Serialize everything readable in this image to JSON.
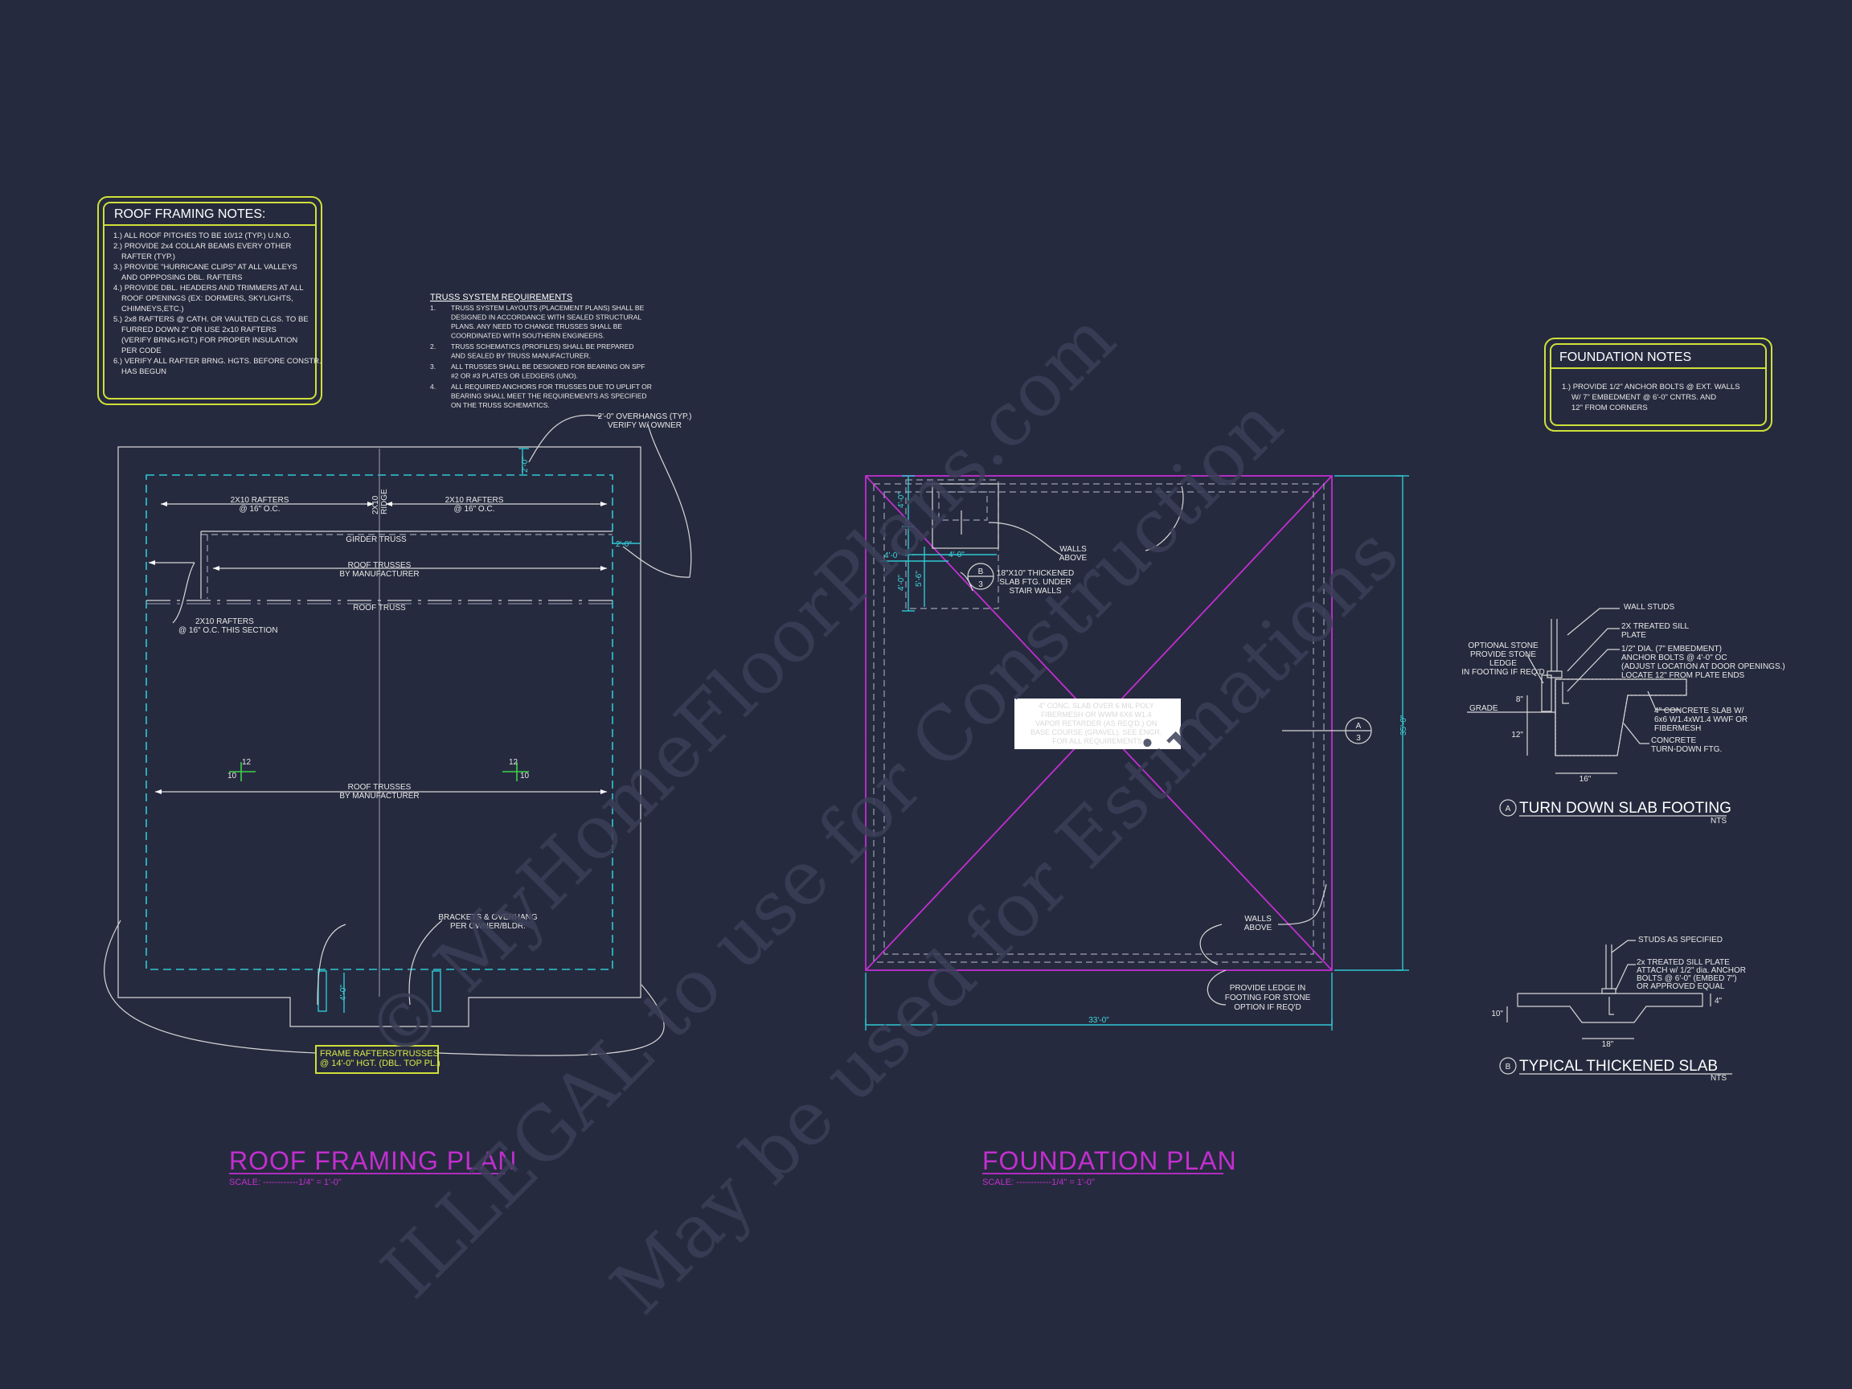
{
  "watermark": {
    "line1": "© MyHomeFloorPlans.com",
    "line2": "ILLEGAL to use for Construction",
    "line3": "May be used for Estimations"
  },
  "roof_notes": {
    "title": "ROOF FRAMING NOTES:",
    "items": [
      "1.) ALL ROOF PITCHES TO BE 10/12 (TYP.) U.N.O.",
      "2.) PROVIDE 2x4 COLLAR BEAMS EVERY OTHER",
      "RAFTER (TYP.)",
      "3.) PROVIDE \"HURRICANE CLIPS\" AT ALL VALLEYS",
      "AND OPPPOSING DBL. RAFTERS",
      "4.) PROVIDE DBL. HEADERS AND TRIMMERS AT ALL",
      "ROOF OPENINGS (EX: DORMERS, SKYLIGHTS,",
      "CHIMNEYS,ETC.)",
      "5.) 2x8 RAFTERS @ CATH. OR VAULTED CLGS. TO BE",
      "FURRED DOWN 2\" OR USE 2x10 RAFTERS",
      "(VERIFY BRNG.HGT.) FOR PROPER INSULATION",
      "PER CODE",
      "6.) VERIFY ALL RAFTER BRNG. HGTS. BEFORE CONSTR.",
      "HAS BEGUN"
    ]
  },
  "truss_notes": {
    "title": "TRUSS SYSTEM REQUIREMENTS",
    "items": [
      {
        "n": "1.",
        "lines": [
          "TRUSS SYSTEM LAYOUTS (PLACEMENT PLANS) SHALL BE",
          "DESIGNED IN ACCORDANCE WITH SEALED STRUCTURAL",
          "PLANS. ANY NEED TO CHANGE TRUSSES SHALL BE",
          "COORDINATED WITH SOUTHERN ENGINEERS."
        ]
      },
      {
        "n": "2.",
        "lines": [
          "TRUSS SCHEMATICS (PROFILES) SHALL BE PREPARED",
          "AND SEALED BY TRUSS MANUFACTURER."
        ]
      },
      {
        "n": "3.",
        "lines": [
          "ALL TRUSSES SHALL BE DESIGNED FOR BEARING ON SPF",
          "#2 OR #3 PLATES OR LEDGERS (UNO)."
        ]
      },
      {
        "n": "4.",
        "lines": [
          "ALL REQUIRED ANCHORS FOR TRUSSES DUE TO UPLIFT OR",
          "BEARING SHALL MEET THE REQUIREMENTS AS SPECIFIED",
          "ON THE TRUSS SCHEMATICS."
        ]
      }
    ]
  },
  "foundation_notes": {
    "title": "FOUNDATION NOTES",
    "items": [
      "1.) PROVIDE 1/2\" ANCHOR BOLTS @ EXT. WALLS",
      "W/ 7\" EMBEDMENT @ 6'-0\" CNTRS. AND",
      "12\" FROM CORNERS"
    ]
  },
  "roof_plan": {
    "title": "ROOF FRAMING PLAN",
    "scale": "SCALE: ------------1/4\" = 1'-0\"",
    "overhang_note": [
      "2'-0\" OVERHANGS (TYP.)",
      "VERIFY W/ OWNER"
    ],
    "rafters_left": [
      "2X10 RAFTERS",
      "@ 16\" O.C."
    ],
    "rafters_right": [
      "2X10 RAFTERS",
      "@ 16\" O.C."
    ],
    "ridge": [
      "2X10",
      "RIDGE"
    ],
    "girder": "GIRDER TRUSS",
    "roof_trusses_top": [
      "ROOF TRUSSES",
      "BY MANUFACTURER"
    ],
    "roof_truss": "ROOF TRUSS",
    "rafters_section": [
      "2X10 RAFTERS",
      "@ 16\" O.C. THIS SECTION"
    ],
    "roof_trusses_bottom": [
      "ROOF TRUSSES",
      "BY MANUFACTURER"
    ],
    "brackets": [
      "BRACKETS & OVERHANG",
      "PER OWNER/BLDR."
    ],
    "frame_note": [
      "FRAME RAFTERS/TRUSSES",
      "@ 14'-0\" HGT. (DBL. TOP PL.)"
    ],
    "dim_top": "2'-0\"",
    "dim_side": "2'-0\"",
    "dim_bottom": "4'-0\"",
    "pitch_left": {
      "rise": "10",
      "run": "12"
    },
    "pitch_right": {
      "rise": "10",
      "run": "12"
    }
  },
  "foundation_plan": {
    "title": "FOUNDATION PLAN",
    "scale": "SCALE: ------------1/4\" = 1'-0\"",
    "walls_above_top": [
      "WALLS",
      "ABOVE"
    ],
    "thickened_slab": [
      "18\"X10\" THICKENED",
      "SLAB FTG. UNDER",
      "STAIR WALLS"
    ],
    "section_b": {
      "letter": "B",
      "sheet": "3"
    },
    "section_a": {
      "letter": "A",
      "sheet": "3"
    },
    "slab_note": [
      "4\" CONC. SLAB OVER 6 MIL POLY",
      "FIBERMESH OR WWM 6X6 W1.4",
      "VAPOR RETARDER (AS REQ'D.) ON",
      "BASE COURSE (GRAVEL). SEE ENGR.",
      "FOR ALL REQUIREMENTS"
    ],
    "walls_above_bottom": [
      "WALLS",
      "ABOVE"
    ],
    "ledge_note": [
      "PROVIDE LEDGE IN",
      "FOOTING FOR STONE",
      "OPTION IF REQ'D"
    ],
    "dim_width": "33'-0\"",
    "dim_height": "35'-0\"",
    "dim_a": "4'-0\"",
    "dim_b": "4'-0\"",
    "dim_c": "4'-0\"",
    "dim_d": "5'-6\"",
    "dim_e": "4'-0\""
  },
  "detail_a": {
    "marker": "A",
    "title": "TURN DOWN SLAB FOOTING",
    "nts": "NTS",
    "labels": {
      "wall_studs": "WALL STUDS",
      "sill": [
        "2X TREATED SILL",
        "PLATE"
      ],
      "anchor": [
        "1/2\" DIA. (7\" EMBEDMENT)",
        "ANCHOR BOLTS @ 4'-0\" OC",
        "(ADJUST LOCATION AT DOOR OPENINGS.)",
        "LOCATE 12\" FROM PLATE ENDS"
      ],
      "stone": [
        "OPTIONAL STONE",
        "PROVIDE STONE",
        "LEDGE",
        "IN FOOTING IF REQ'D"
      ],
      "grade": "GRADE",
      "slab": [
        "4\" CONCRETE SLAB W/",
        "6x6 W1.4xW1.4 WWF OR",
        "FIBERMESH"
      ],
      "footing": [
        "CONCRETE",
        "TURN-DOWN FTG."
      ],
      "d8": "8\"",
      "d12": "12\"",
      "d16": "16\""
    }
  },
  "detail_b": {
    "marker": "B",
    "title": "TYPICAL THICKENED SLAB",
    "nts": "NTS",
    "labels": {
      "studs": "STUDS AS SPECIFIED",
      "sill": [
        "2x TREATED SILL PLATE",
        "ATTACH w/ 1/2\" dia. ANCHOR",
        "BOLTS @ 6'-0\" (EMBED 7\")",
        "OR APPROVED EQUAL"
      ],
      "d10": "10\"",
      "d4": "4\"",
      "d18": "18\""
    }
  },
  "colors": {
    "background": "#262a3e",
    "cyan": "#2ec8d4",
    "magenta": "#c22fd0",
    "yellow": "#cfe03a",
    "green": "#3fd24a"
  }
}
